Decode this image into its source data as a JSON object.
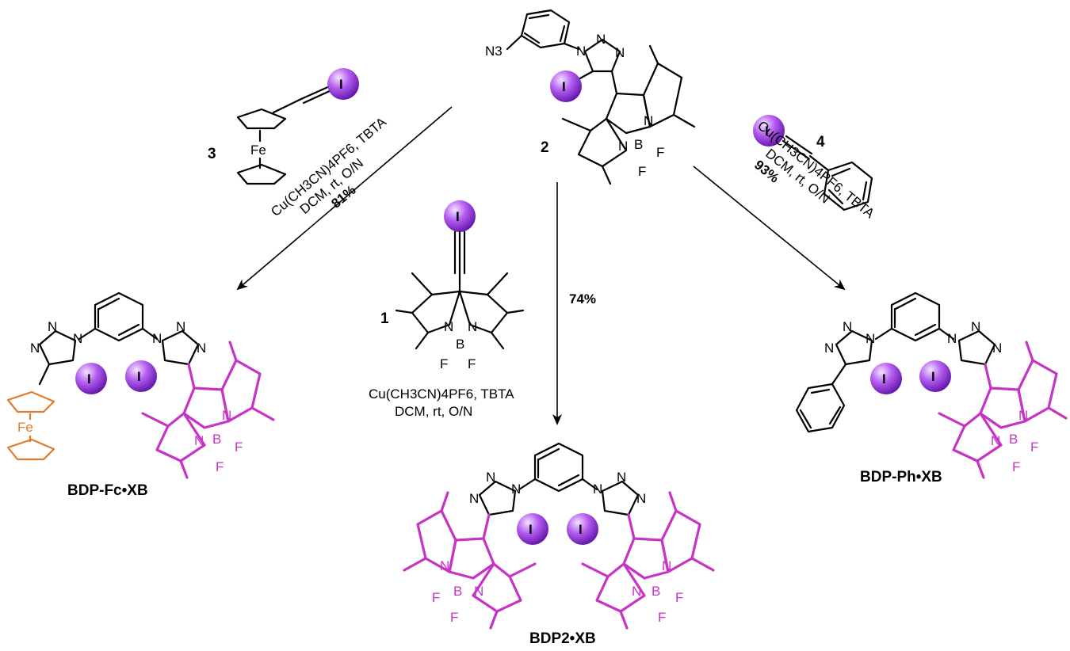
{
  "colors": {
    "bodipy": "#c634c6",
    "ferrocene": "#e07a2c",
    "iodine_ball": "#9a3fd8"
  },
  "reagents": {
    "center_compound": "2",
    "azide": "N3",
    "ferrocene_alkyne": "3",
    "bodipy_alkyne": "1",
    "phenyl_alkyne": "4",
    "iodine": "I"
  },
  "conditions": {
    "left_line1": "Cu(CH3CN)4PF6, TBTA",
    "left_line2": "DCM, rt, O/N",
    "left_yield": "81%",
    "center_line1": "Cu(CH3CN)4PF6, TBTA",
    "center_line2": "DCM, rt, O/N",
    "center_yield": "74%",
    "right_line1": "Cu(CH3CN)4PF6, TBTA",
    "right_line2": "DCM, rt, O/N",
    "right_yield": "93%"
  },
  "products": {
    "left": "BDP-Fc•XB",
    "center": "BDP2•XB",
    "right": "BDP-Ph•XB"
  }
}
